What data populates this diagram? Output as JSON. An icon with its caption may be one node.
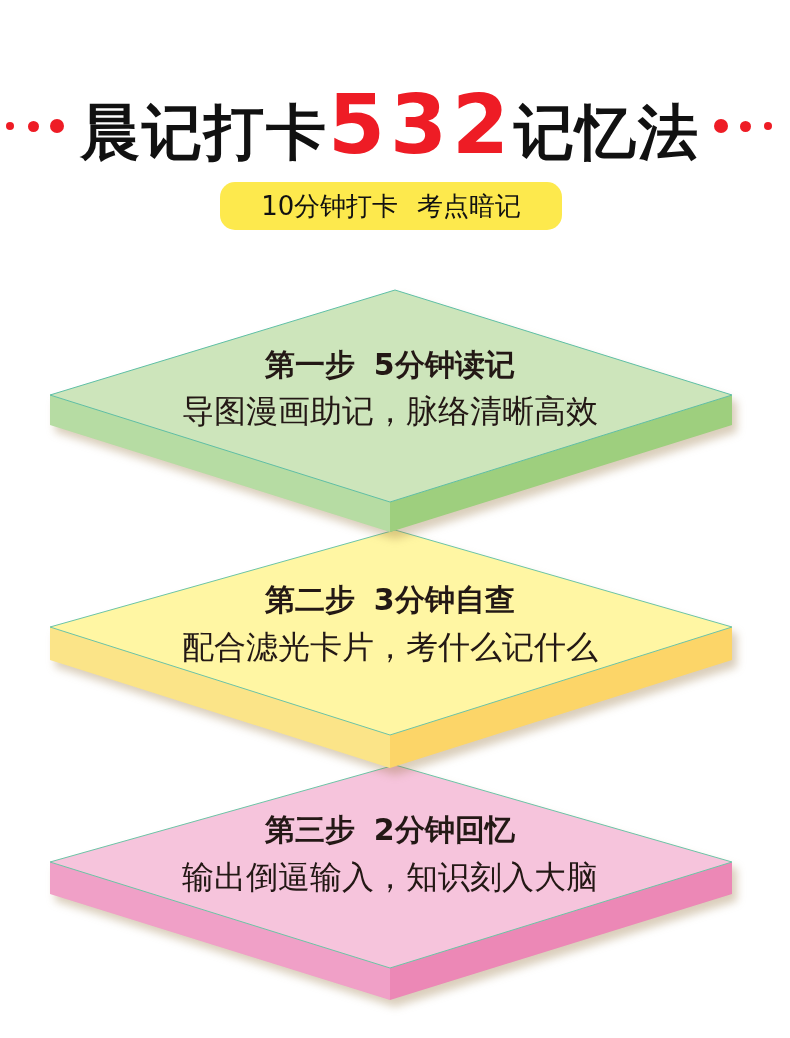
{
  "diagram": {
    "title": "晨记打卡**532**记忆法",
    "nodes": [
      {
        "text": [
          "10分钟打卡 考点暗记"
        ]
      },
      {
        "text": [
          "第一步 5分钟读记",
          "导图漫画助记，脉络清晰高效"
        ]
      },
      {
        "text": [
          "第二步 3分钟自查",
          "配合滤光卡片，考什么记什么"
        ]
      },
      {
        "text": [
          "第三步 2分钟回忆",
          "输出倒逼输入，知识刻入大脑"
        ]
      }
    ]
  }
}
